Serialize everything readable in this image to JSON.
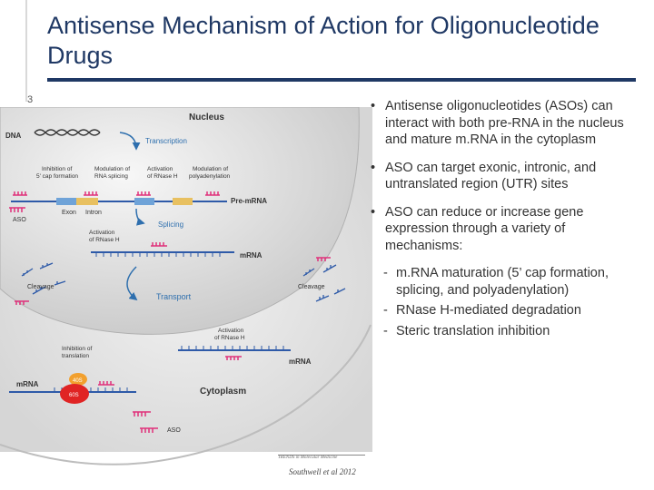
{
  "slide": {
    "title": "Antisense Mechanism of Action for Oligonucleotide Drugs",
    "number": "3",
    "credit": "Southwell et al 2012",
    "credit_logo": "TRENDS in Molecular Medicine"
  },
  "figure": {
    "nucleus": "Nucleus",
    "cytoplasm": "Cytoplasm",
    "dna": "DNA",
    "transcription": "Transcription",
    "inhibition_cap": "Inhibition of 5' cap formation",
    "modulation_splicing": "Modulation of RNA splicing",
    "activation_rnaseh_top": "Activation of RNase H",
    "modulation_polya": "Modulation of polyadenylation",
    "pre_mrna": "Pre-mRNA",
    "exon": "Exon",
    "intron": "Intron",
    "aso": "ASO",
    "splicing": "Splicing",
    "activation_rnaseh_mid": "Activation of RNase H",
    "mrna": "mRNA",
    "cleavage_left": "Cleavage",
    "cleavage_right": "Cleavage",
    "transport": "Transport",
    "activation_rnaseh_low": "Activation of RNase H",
    "inhibition_translation": "Inhibition of translation",
    "mrna_cyto_right": "mRNA",
    "mrna_cyto_left": "mRNA",
    "ribosome_large": "60S",
    "ribosome_small": "40S",
    "aso_bottom": "ASO"
  },
  "bullets": [
    "Antisense oligonucleotides (ASOs) can interact with both pre-RNA in the nucleus and mature m.RNA in the cytoplasm",
    "ASO can target exonic, intronic, and untranslated region (UTR) sites",
    "ASO can reduce or increase gene expression through a variety of mechanisms:"
  ],
  "sub_bullets": [
    "m.RNA maturation (5’ cap formation, splicing, and polyadenylation)",
    "RNase H-mediated degradation",
    "Steric translation inhibition"
  ],
  "colors": {
    "title": "#1f3864",
    "aso": "#e0307a",
    "rna": "#2e5aa8",
    "label": "#2e6fae"
  }
}
